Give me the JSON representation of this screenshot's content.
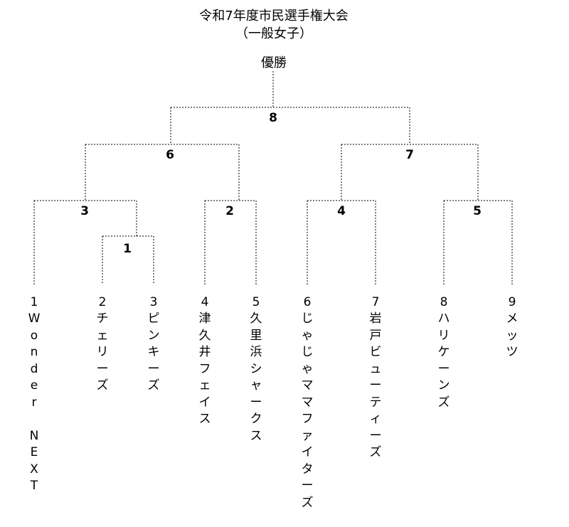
{
  "header": {
    "title": "令和7年度市民選手権大会",
    "subtitle": "（一般女子）",
    "champion_label": "優勝"
  },
  "bracket": {
    "final_match": "8",
    "semifinal_left": "6",
    "semifinal_right": "7",
    "quarterfinals": [
      "3",
      "2",
      "4",
      "5"
    ],
    "first_round": "1"
  },
  "teams": [
    {
      "num": "1",
      "name": "Wonder NEXT"
    },
    {
      "num": "2",
      "name": "チェリーズ"
    },
    {
      "num": "3",
      "name": "ピンキーズ"
    },
    {
      "num": "4",
      "name": "津久井フェイス"
    },
    {
      "num": "5",
      "name": "久里浜シャークス"
    },
    {
      "num": "6",
      "name": "じゃじゃママファイターズ"
    },
    {
      "num": "7",
      "name": "岩戸ビューティーズ"
    },
    {
      "num": "8",
      "name": "ハリケーンズ"
    },
    {
      "num": "9",
      "name": "メッツ"
    }
  ]
}
